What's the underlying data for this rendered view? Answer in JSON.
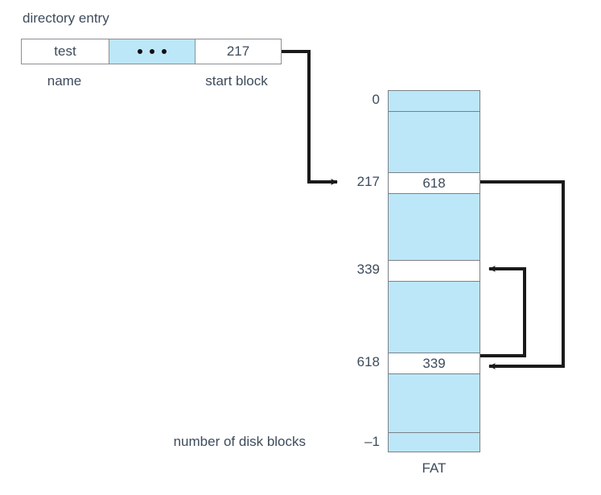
{
  "figure": {
    "caption_directory": "directory entry",
    "fat_caption": "FAT",
    "disk_blocks_label": "number of disk blocks"
  },
  "directory_entry": {
    "title": "directory entry",
    "name_value": "test",
    "ellipsis": "•••",
    "start_block_value": "217",
    "name_label": "name",
    "start_block_label": "start block"
  },
  "fat_table": {
    "caption": "FAT",
    "rows": [
      {
        "index_label": "0",
        "value": "",
        "highlighted": false
      },
      {
        "index_label": "",
        "value": "",
        "highlighted": false
      },
      {
        "index_label": "217",
        "value": "618",
        "highlighted": true
      },
      {
        "index_label": "",
        "value": "",
        "highlighted": false
      },
      {
        "index_label": "339",
        "value": "",
        "highlighted": true
      },
      {
        "index_label": "",
        "value": "",
        "highlighted": false
      },
      {
        "index_label": "618",
        "value": "339",
        "highlighted": true
      },
      {
        "index_label": "",
        "value": "",
        "highlighted": false
      },
      {
        "index_label": "-1",
        "value": "",
        "highlighted": false
      }
    ]
  },
  "labels": {
    "index_0": "0",
    "index_217": "217",
    "index_339": "339",
    "index_618": "618",
    "index_minus1": "–1",
    "value_217": "618",
    "value_618": "339",
    "disk_blocks": "number of disk blocks"
  },
  "colors": {
    "block_fill": "#bce7f8",
    "border": "#7b8186",
    "text": "#3d4b5c",
    "wire": "#1a1a1a"
  }
}
